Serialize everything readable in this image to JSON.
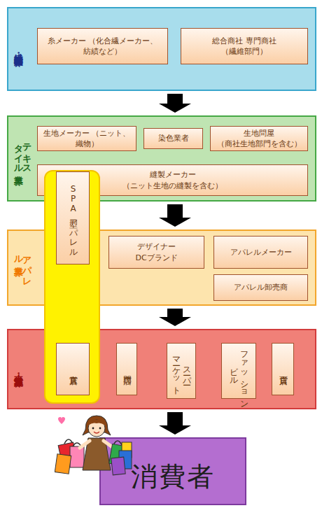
{
  "diagram": {
    "nodes": [
      {
        "text": [
          "繊維・素材業界"
        ]
      },
      {
        "text": [
          "糸メーカー （化合繊メーカー、紡績など）"
        ],
        "in": 0
      },
      {
        "text": [
          "総合商社 専門商社 （繊維部門）"
        ],
        "in": 0
      },
      {
        "text": [
          "テキスタイル業界"
        ]
      },
      {
        "text": [
          "生地メーカー （ニット、織物）"
        ],
        "in": 3
      },
      {
        "text": [
          "染色業者"
        ],
        "in": 3
      },
      {
        "text": [
          "生地問屋 （商社生地部門を含む）"
        ],
        "in": 3
      },
      {
        "text": [
          "縫製メーカー （ニット生地の縫製を含む）"
        ],
        "in": 3
      },
      {
        "text": [
          "アパレル業界"
        ]
      },
      {
        "text": [
          "SPA型アパレル"
        ],
        "in": 8
      },
      {
        "text": [
          "デザイナー DCブランド"
        ],
        "in": 8
      },
      {
        "text": [
          "アパレルメーカー"
        ],
        "in": 8
      },
      {
        "text": [
          "アパレル卸売商"
        ],
        "in": 8
      },
      {
        "text": [
          "小売・流通業界"
        ]
      },
      {
        "text": [
          "直営店"
        ],
        "in": 13
      },
      {
        "text": [
          "専門店"
        ],
        "in": 13
      },
      {
        "text": [
          "スーパー マーケット"
        ],
        "in": 13
      },
      {
        "text": [
          "ファッション ビル"
        ],
        "in": 13
      },
      {
        "text": [
          "百貨店"
        ],
        "in": 13
      },
      {
        "text": [
          "消費者"
        ]
      }
    ],
    "edges": [
      {
        "from": 0,
        "to": 3,
        "arrow": "to"
      },
      {
        "from": 3,
        "to": 8,
        "arrow": "to"
      },
      {
        "from": 8,
        "to": 13,
        "arrow": "to"
      },
      {
        "from": 13,
        "to": 19,
        "arrow": "to"
      }
    ]
  }
}
